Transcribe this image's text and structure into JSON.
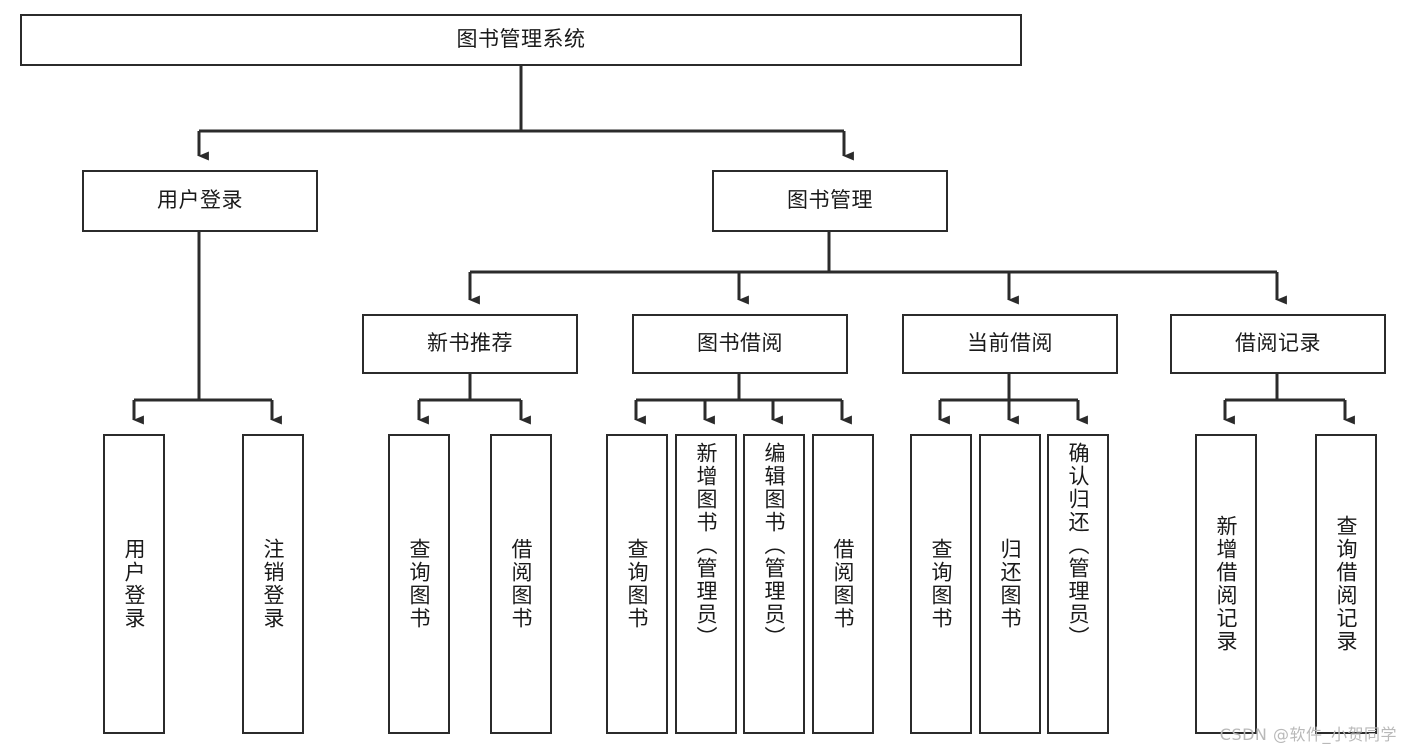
{
  "diagram": {
    "title": "图书管理系统",
    "watermark": "CSDN @软件_小贺同学",
    "colors": {
      "stroke": "#2b2b2b",
      "fill": "#ffffff",
      "text": "#1a1a1a",
      "watermark": "#b9b9b9"
    },
    "nodes": {
      "root": {
        "label": "图书管理系统"
      },
      "l2": [
        {
          "label": "用户登录"
        },
        {
          "label": "图书管理"
        }
      ],
      "l3": [
        {
          "label": "新书推荐"
        },
        {
          "label": "图书借阅"
        },
        {
          "label": "当前借阅"
        },
        {
          "label": "借阅记录"
        }
      ],
      "leaves": [
        {
          "label": "用户登录"
        },
        {
          "label": "注销登录"
        },
        {
          "label": "查询图书"
        },
        {
          "label": "借阅图书"
        },
        {
          "label": "查询图书"
        },
        {
          "label": "新增图书（管理员）"
        },
        {
          "label": "编辑图书（管理员）"
        },
        {
          "label": "借阅图书"
        },
        {
          "label": "查询图书"
        },
        {
          "label": "归还图书"
        },
        {
          "label": "确认归还（管理员）"
        },
        {
          "label": "新增借阅记录"
        },
        {
          "label": "查询借阅记录"
        }
      ]
    }
  }
}
